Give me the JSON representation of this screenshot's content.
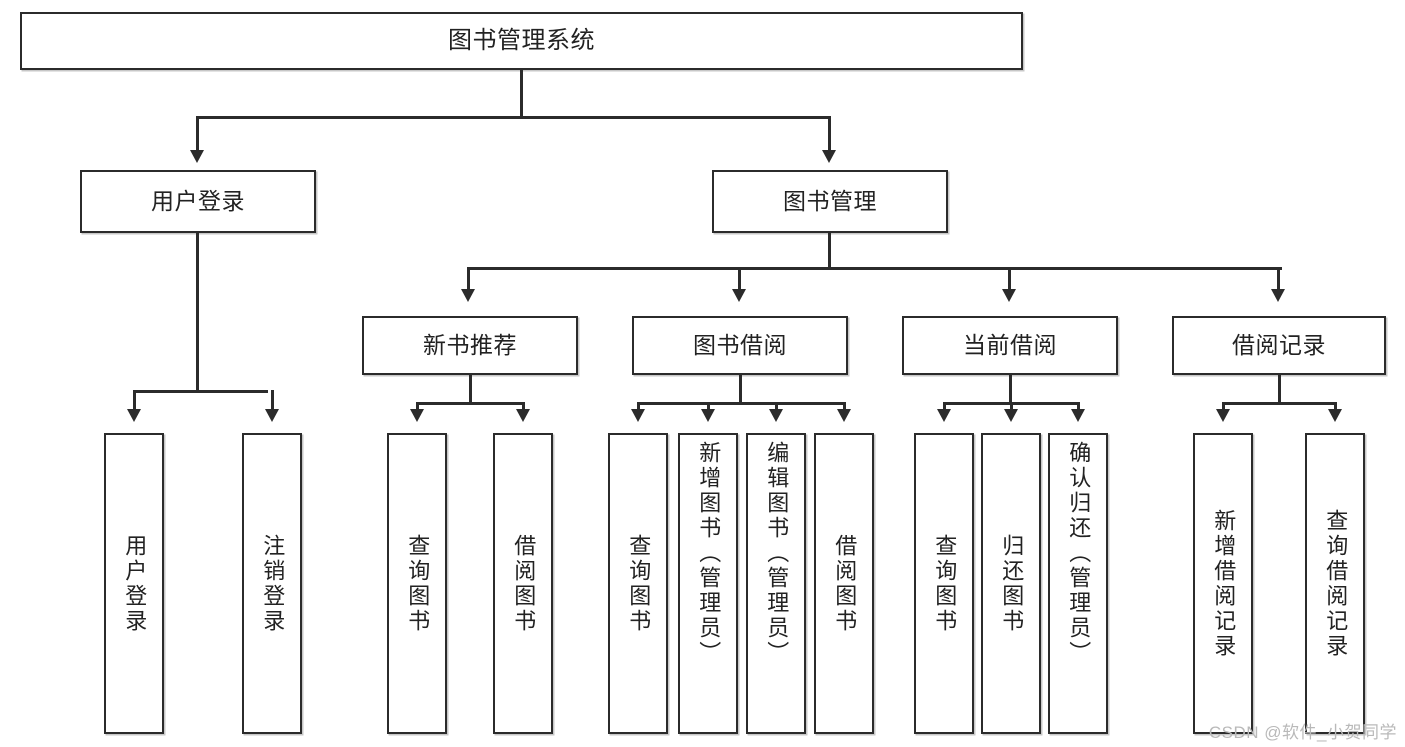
{
  "diagram": {
    "title": "图书管理系统",
    "watermark": "CSDN @软件_小贺同学",
    "root": {
      "label": "图书管理系统"
    },
    "level2": [
      {
        "label": "用户登录"
      },
      {
        "label": "图书管理"
      }
    ],
    "level3": [
      {
        "label": "新书推荐"
      },
      {
        "label": "图书借阅"
      },
      {
        "label": "当前借阅"
      },
      {
        "label": "借阅记录"
      }
    ],
    "leaves": [
      {
        "label": "用户登录"
      },
      {
        "label": "注销登录"
      },
      {
        "label": "查询图书"
      },
      {
        "label": "借阅图书"
      },
      {
        "label": "查询图书"
      },
      {
        "label": "新增图书（管理员）"
      },
      {
        "label": "编辑图书（管理员）"
      },
      {
        "label": "借阅图书"
      },
      {
        "label": "查询图书"
      },
      {
        "label": "归还图书"
      },
      {
        "label": "确认归还（管理员）"
      },
      {
        "label": "新增借阅记录"
      },
      {
        "label": "查询借阅记录"
      }
    ],
    "colors": {
      "stroke": "#2b2b2b",
      "fill": "#ffffff",
      "text": "#222222",
      "watermark": "#b9b9b9"
    }
  }
}
